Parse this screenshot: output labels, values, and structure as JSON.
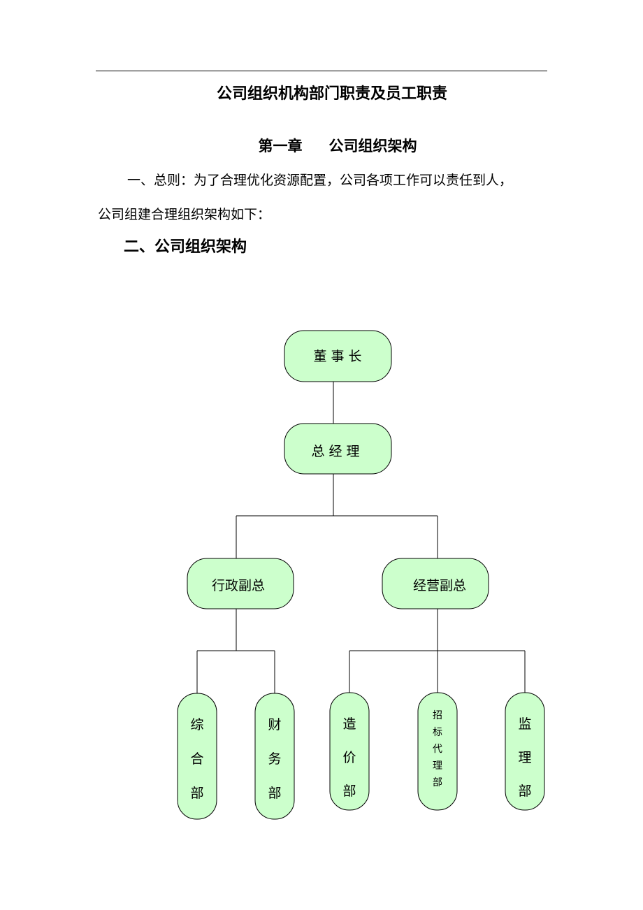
{
  "document": {
    "title": "公司组织机构部门职责及员工职责",
    "chapter": {
      "number": "第一章",
      "name": "公司组织架构"
    },
    "intro_line1": "一、总则：为了合理优化资源配置，公司各项工作可以责任到人，",
    "intro_line2": "公司组建合理组织架构如下：",
    "section_title": "二、公司组织架构"
  },
  "org_chart": {
    "fill_color": "#ccffcc",
    "line_color": "#000000",
    "chairman": "董 事 长",
    "general_manager": "总 经 理",
    "vice_presidents": [
      "行政副总",
      "经营副总"
    ],
    "departments": [
      {
        "label": "综合部",
        "reports_to": "行政副总"
      },
      {
        "label": "财务部",
        "reports_to": "行政副总"
      },
      {
        "label": "造价部",
        "reports_to": "经营副总"
      },
      {
        "label": "招标代理部",
        "reports_to": "经营副总"
      },
      {
        "label": "监理部",
        "reports_to": "经营副总"
      }
    ]
  }
}
